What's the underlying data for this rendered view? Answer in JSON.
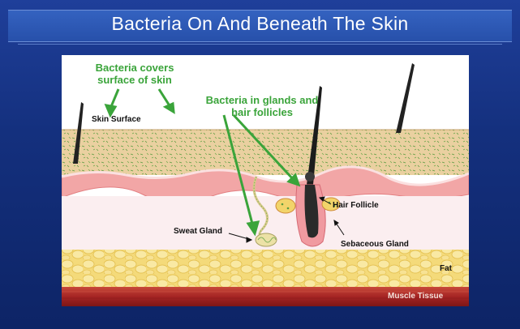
{
  "slide": {
    "title": "Bacteria On And Beneath The Skin"
  },
  "diagram": {
    "labels": {
      "bacteria_surface": "Bacteria covers surface of skin",
      "bacteria_glands": "Bacteria in glands and hair follicles",
      "skin_surface": "Skin Surface",
      "hair_follicle": "Hair Follicle",
      "sweat_gland": "Sweat Gland",
      "sebaceous_gland": "Sebaceous Gland",
      "fat": "Fat",
      "muscle_tissue": "Muscle Tissue"
    }
  },
  "colors": {
    "background": "#14307e",
    "title_band": "#2a55b0",
    "label_green": "#3aa43a",
    "epidermis": "#e8c898",
    "dermis_pink": "#f2a6a6",
    "fat_yellow": "#f3d870",
    "muscle_red": "#b02a2a"
  }
}
